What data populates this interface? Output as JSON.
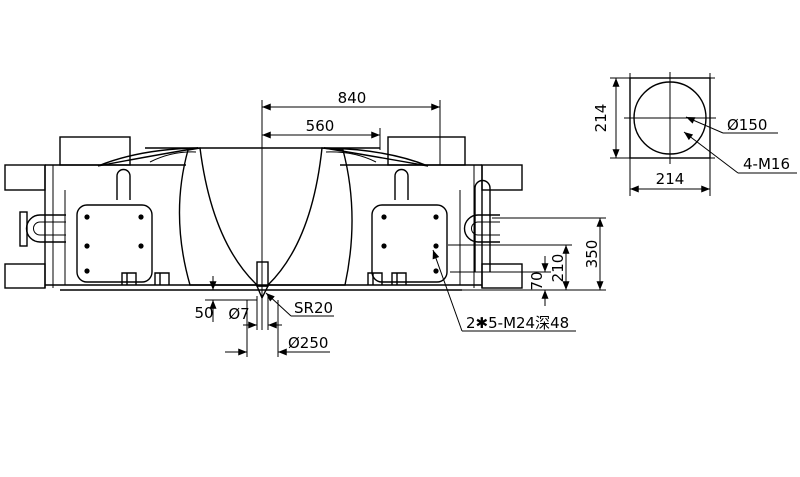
{
  "drawing": {
    "dim_840": "840",
    "dim_560": "560",
    "dim_50": "50",
    "dim_phi7": "Ø7",
    "dim_sr20": "SR20",
    "dim_phi250": "Ø250",
    "thread_note": "2✱5-M24深48",
    "dim_350": "350",
    "dim_210": "210",
    "dim_70": "70"
  },
  "detail": {
    "dim_side": "214",
    "dim_bottom": "214",
    "dim_phi150": "Ø150",
    "hole_note": "4-M16"
  },
  "colors": {
    "line": "#000000",
    "background": "#ffffff"
  }
}
